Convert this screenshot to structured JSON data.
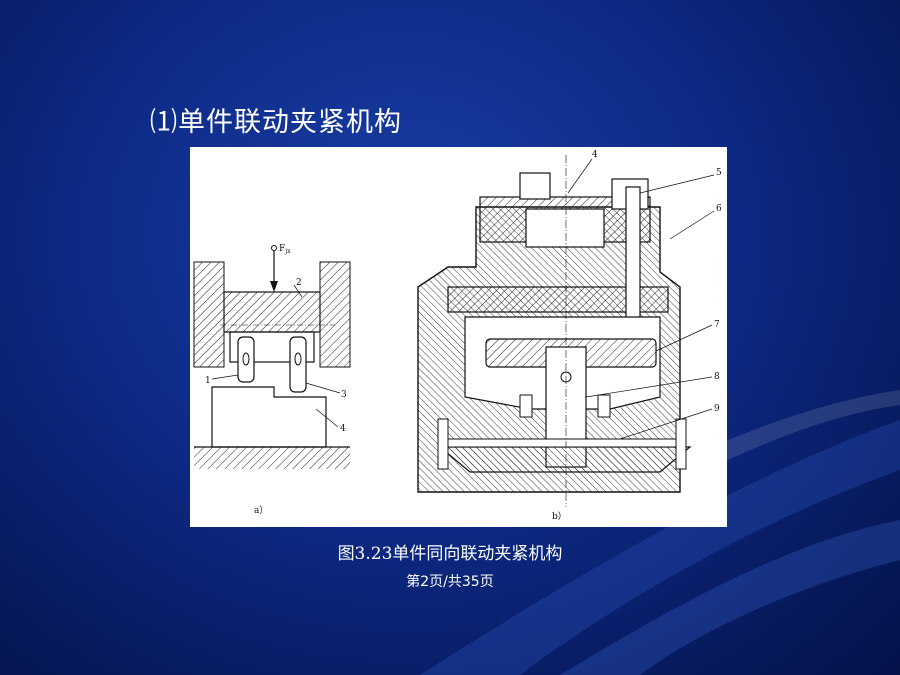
{
  "slide": {
    "title": "⑴单件联动夹紧机构",
    "caption": "图3.23单件同向联动夹紧机构",
    "page_number": "第2页/共35页"
  },
  "figure": {
    "part_a": {
      "sub_label": "a）",
      "force_label": "F",
      "force_subscript": "jx",
      "part_numbers": [
        "1",
        "2",
        "3",
        "4"
      ]
    },
    "part_b": {
      "sub_label": "b）",
      "part_numbers": [
        "4",
        "5",
        "6",
        "7",
        "8",
        "9"
      ]
    }
  },
  "colors": {
    "background": "#0d2a86",
    "text": "#ffffff",
    "figure_background": "#ffffff"
  }
}
